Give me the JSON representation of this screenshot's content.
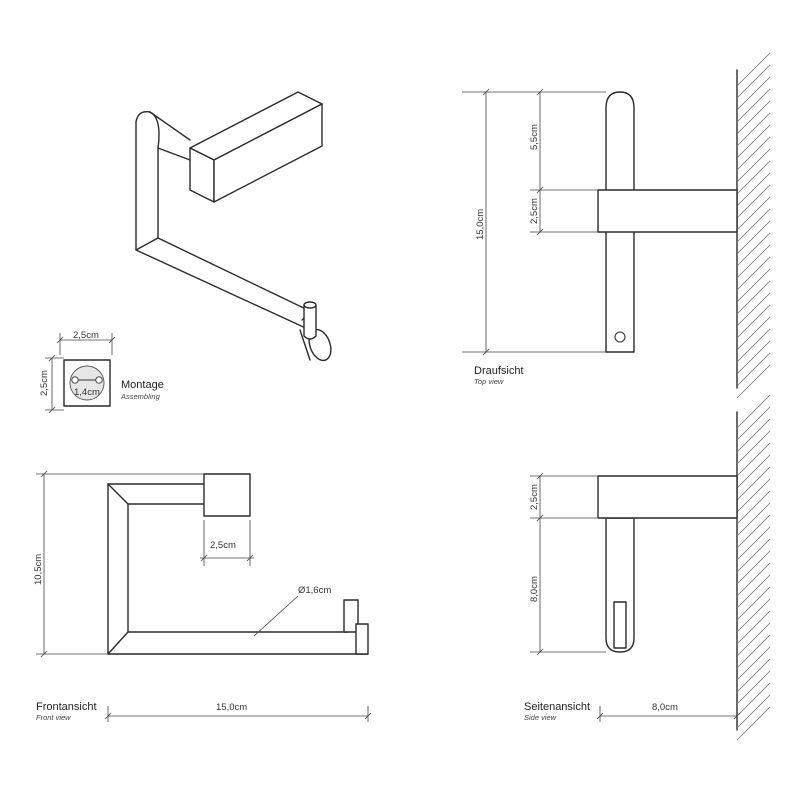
{
  "montage": {
    "title": "Montage",
    "subtitle": "Assembling",
    "dim_width": "2,5cm",
    "dim_height": "2,5cm",
    "dim_hole": "1,4cm"
  },
  "top_view": {
    "title": "Draufsicht",
    "subtitle": "Top view",
    "dim_total": "15,0cm",
    "dim_upper": "5,5cm",
    "dim_mount": "2,5cm"
  },
  "front_view": {
    "title": "Frontansicht",
    "subtitle": "Front view",
    "dim_height": "10,5cm",
    "dim_width": "15,0cm",
    "dim_block": "2,5cm",
    "dim_diameter": "Ø1,6cm"
  },
  "side_view": {
    "title": "Seitenansicht",
    "subtitle": "Side view",
    "dim_mount": "2,5cm",
    "dim_lower": "8,0cm",
    "dim_depth": "8,0cm"
  }
}
